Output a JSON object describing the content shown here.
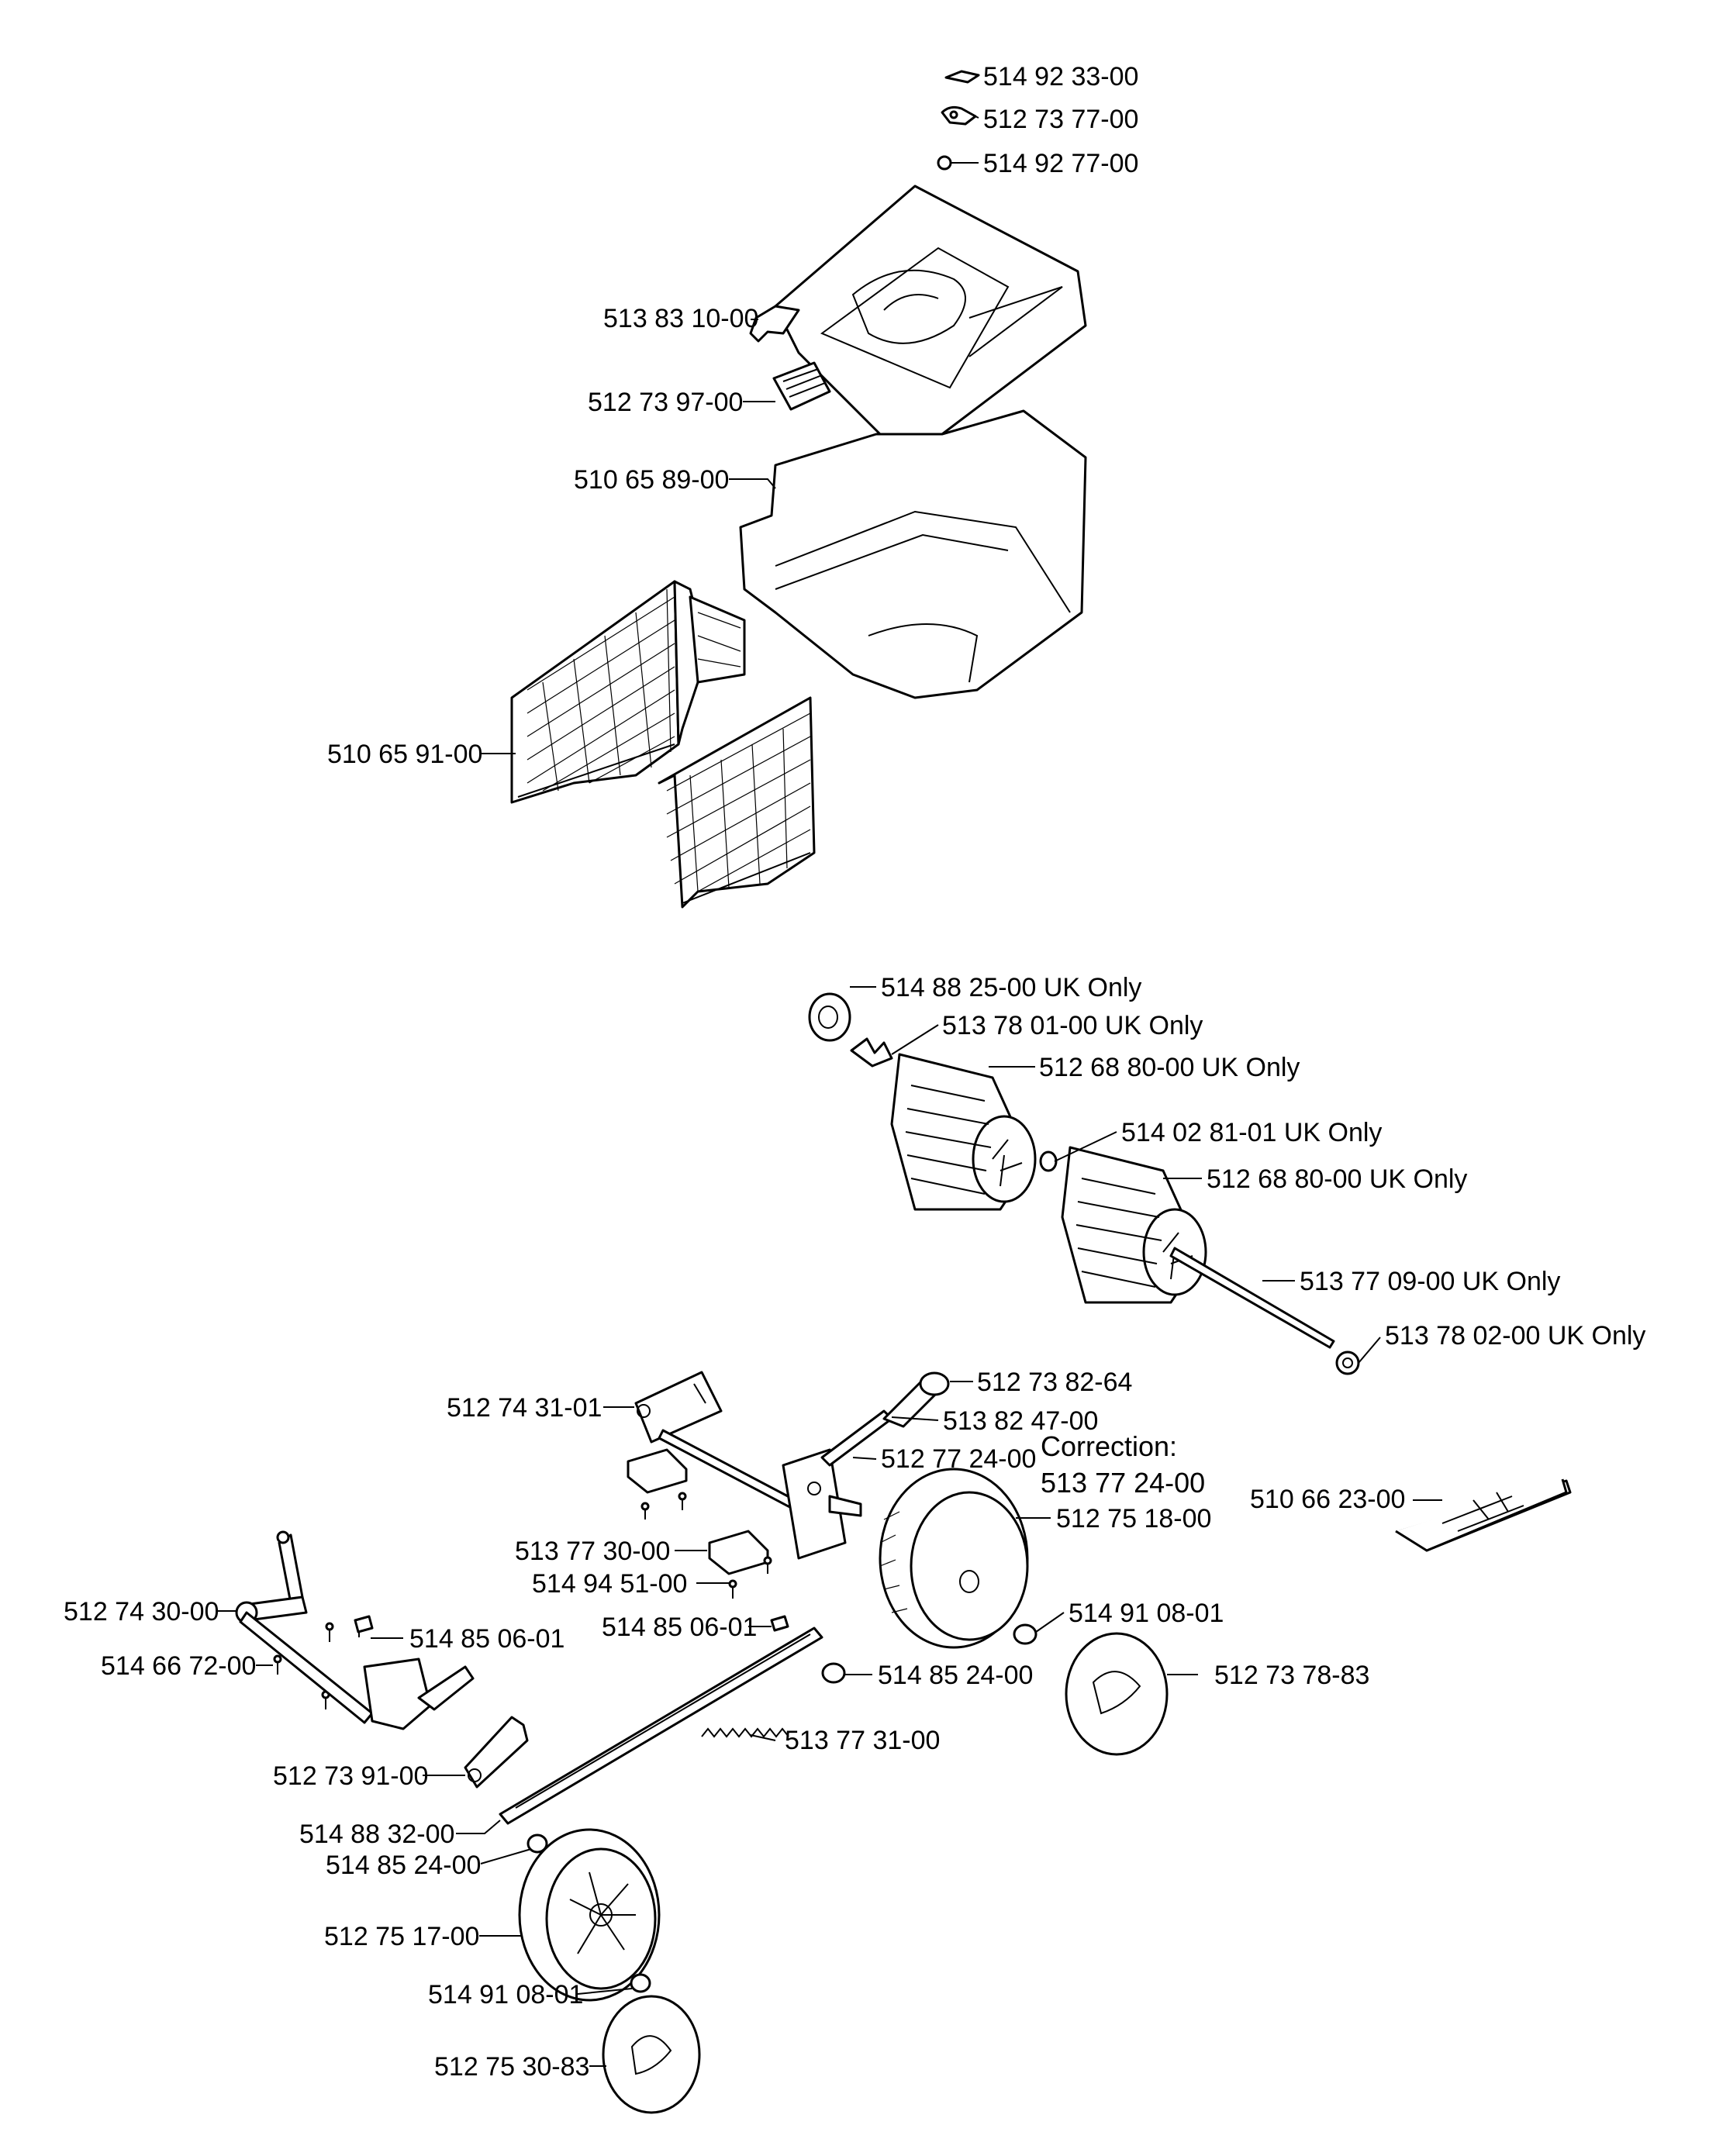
{
  "labels": {
    "p01": "514 92 33-00",
    "p02": "512 73 77-00",
    "p03": "514 92 77-00",
    "p04": "513 83 10-00",
    "p05": "512 73 97-00",
    "p06": "510 65 89-00",
    "p07": "510 65 91-00",
    "p08": "514 88 25-00 UK Only",
    "p09": "513 78 01-00 UK Only",
    "p10": "512 68 80-00 UK Only",
    "p11": "514 02 81-01 UK Only",
    "p12": "512 68 80-00 UK Only",
    "p13": "513 77 09-00 UK Only",
    "p14": "513 78 02-00 UK Only",
    "p15": "512 73 82-64",
    "p16": "512 74 31-01",
    "p17": "513 82 47-00",
    "p18": "512 77 24-00",
    "p19": "510 66 23-00",
    "p20": "512 75 18-00",
    "p21": "513 77 30-00",
    "p22": "514 94 51-00",
    "p23": "512 74 30-00",
    "p24": "514 85 06-01",
    "p25": "514 85 06-01",
    "p26": "514 91 08-01",
    "p27": "514 66 72-00",
    "p28": "514 85 24-00",
    "p29": "512 73 78-83",
    "p30": "513 77 31-00",
    "p31": "512 73 91-00",
    "p32": "514 88 32-00",
    "p33": "514 85 24-00",
    "p34": "512 75 17-00",
    "p35": "514 91 08-01",
    "p36": "512 75 30-83"
  },
  "correction": {
    "heading": "Correction:",
    "value": "513 77 24-00"
  }
}
